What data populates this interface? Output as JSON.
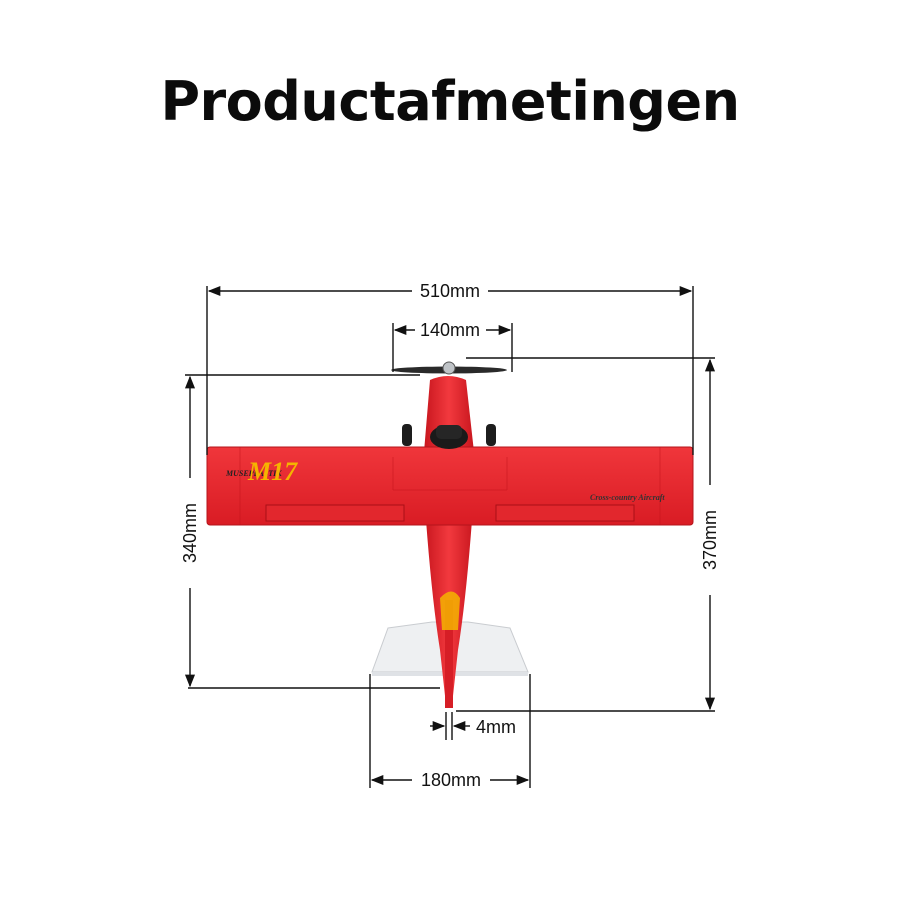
{
  "title": "Productafmetingen",
  "dimensions": {
    "wingspan": "510mm",
    "propeller": "140mm",
    "length_left": "340mm",
    "length_right": "370mm",
    "rudder_thickness": "4mm",
    "stabilizer_span": "180mm"
  },
  "aircraft_markings": {
    "brand": "MUSEPLASTIK",
    "model": "M17",
    "tagline": "Cross-country Aircraft"
  },
  "colors": {
    "body_red": "#e8242b",
    "body_red_dark": "#c8161e",
    "tail_white": "#eef0f2",
    "accent_yellow": "#f5b400"
  }
}
